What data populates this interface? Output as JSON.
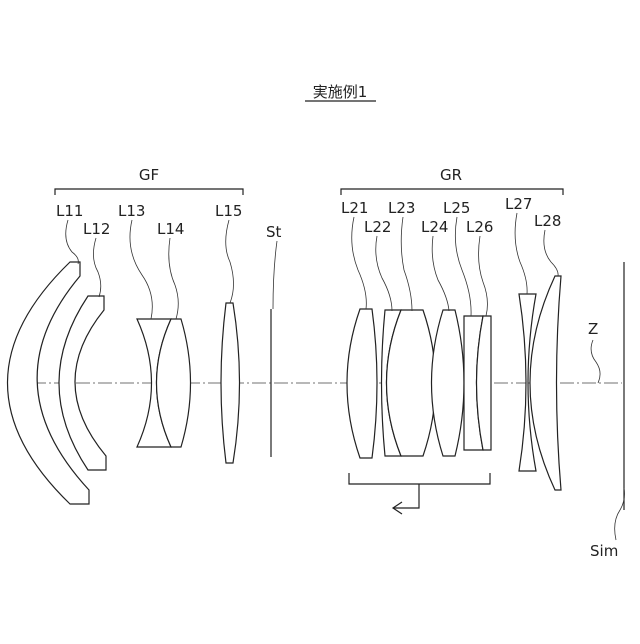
{
  "title": "実施例1",
  "groups": {
    "front": "GF",
    "rear": "GR"
  },
  "stop": "St",
  "axis": "Z",
  "image_plane": "Sim",
  "lenses": [
    "L11",
    "L12",
    "L13",
    "L14",
    "L15",
    "L21",
    "L22",
    "L23",
    "L24",
    "L25",
    "L26",
    "L27",
    "L28"
  ]
}
